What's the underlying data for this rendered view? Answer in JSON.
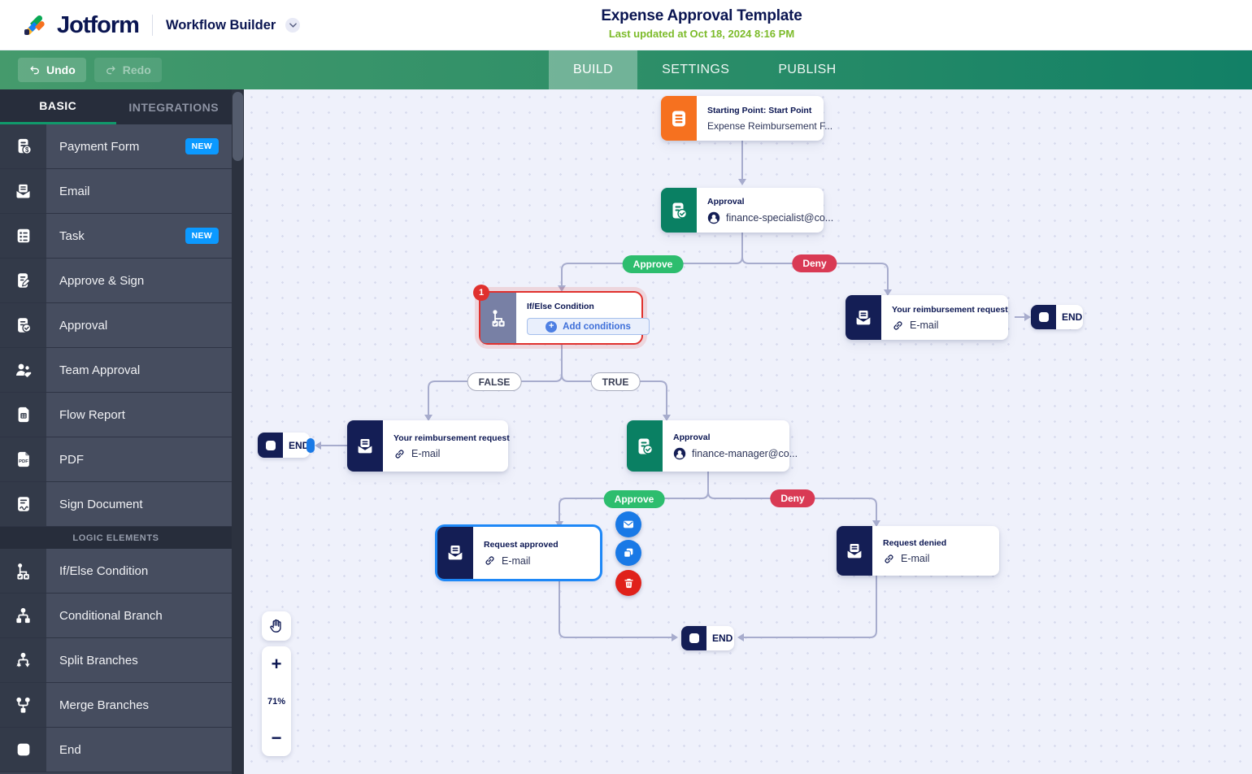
{
  "header": {
    "brand": "Jotform",
    "product": "Workflow Builder",
    "title": "Expense Approval Template",
    "updated": "Last updated at Oct 18, 2024 8:16 PM"
  },
  "toolbar": {
    "undo": "Undo",
    "redo": "Redo",
    "tabs": {
      "build": "BUILD",
      "settings": "SETTINGS",
      "publish": "PUBLISH"
    }
  },
  "sidebar": {
    "tabs": {
      "basic": "BASIC",
      "integrations": "INTEGRATIONS"
    },
    "items": [
      {
        "label": "Payment Form",
        "badge": "NEW"
      },
      {
        "label": "Email"
      },
      {
        "label": "Task",
        "badge": "NEW"
      },
      {
        "label": "Approve & Sign"
      },
      {
        "label": "Approval"
      },
      {
        "label": "Team Approval"
      },
      {
        "label": "Flow Report"
      },
      {
        "label": "PDF"
      },
      {
        "label": "Sign Document"
      }
    ],
    "section": "LOGIC ELEMENTS",
    "logic_items": [
      {
        "label": "If/Else Condition"
      },
      {
        "label": "Conditional Branch"
      },
      {
        "label": "Split Branches"
      },
      {
        "label": "Merge Branches"
      },
      {
        "label": "End"
      }
    ],
    "icon_glyphs": {
      "dollar": "$",
      "pdf": "PDF"
    }
  },
  "canvas": {
    "nodes": {
      "start": {
        "title": "Starting Point: Start Point",
        "subtitle": "Expense Reimbursement F..."
      },
      "approval_specialist": {
        "title": "Approval",
        "email": "finance-specialist@co..."
      },
      "ifelse": {
        "badge": "1",
        "title": "If/Else Condition",
        "button": "Add conditions"
      },
      "email_deny": {
        "title": "Your reimbursement request",
        "type": "E-mail"
      },
      "email_false": {
        "title": "Your reimbursement request",
        "type": "E-mail"
      },
      "approval_manager": {
        "title": "Approval",
        "email": "finance-manager@co..."
      },
      "request_approved": {
        "title": "Request approved",
        "type": "E-mail"
      },
      "request_denied": {
        "title": "Request denied",
        "type": "E-mail"
      }
    },
    "edge_labels": {
      "approve": "Approve",
      "deny": "Deny",
      "true": "TRUE",
      "false": "FALSE"
    },
    "end_label": "END",
    "zoom_level": "71%"
  },
  "colors": {
    "brand_navy": "#0a1551",
    "toolbar_green": "#2e8f68",
    "updated_green": "#7cbb2a",
    "approve_green": "#2dbd6e",
    "deny_red": "#d93a54",
    "selection_blue": "#1e88f7",
    "error_red": "#e0312e",
    "node_orange": "#f6711f",
    "node_teal": "#0a8063",
    "node_navy": "#141e55",
    "ifelse_gray": "#7880a5",
    "badge_blue": "#0b99ff"
  }
}
